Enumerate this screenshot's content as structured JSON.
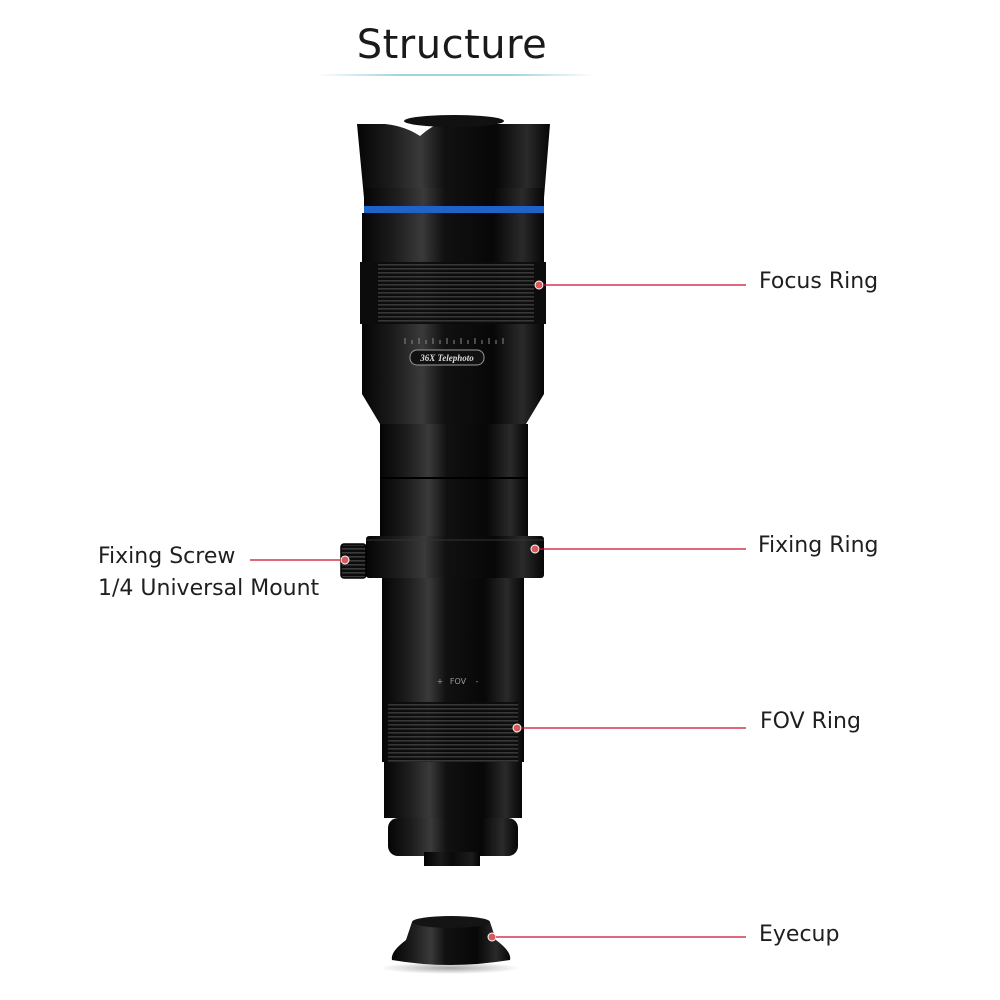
{
  "title": "Structure",
  "colors": {
    "callout_line": "#c8102e",
    "title_underline": "#9fd3e0",
    "lens_band": "#1e63c9"
  },
  "lens": {
    "model_text": "36X Telephoto",
    "fov_text": "FOV",
    "fov_plus": "+",
    "fov_minus": "-"
  },
  "callouts": [
    {
      "id": "focus-ring",
      "label": "Focus Ring"
    },
    {
      "id": "fixing-ring",
      "label": "Fixing Ring"
    },
    {
      "id": "fixing-screw",
      "label": "Fixing Screw",
      "sublabel": "1/4 Universal Mount"
    },
    {
      "id": "fov-ring",
      "label": "FOV Ring"
    },
    {
      "id": "eyecup",
      "label": "Eyecup"
    }
  ]
}
